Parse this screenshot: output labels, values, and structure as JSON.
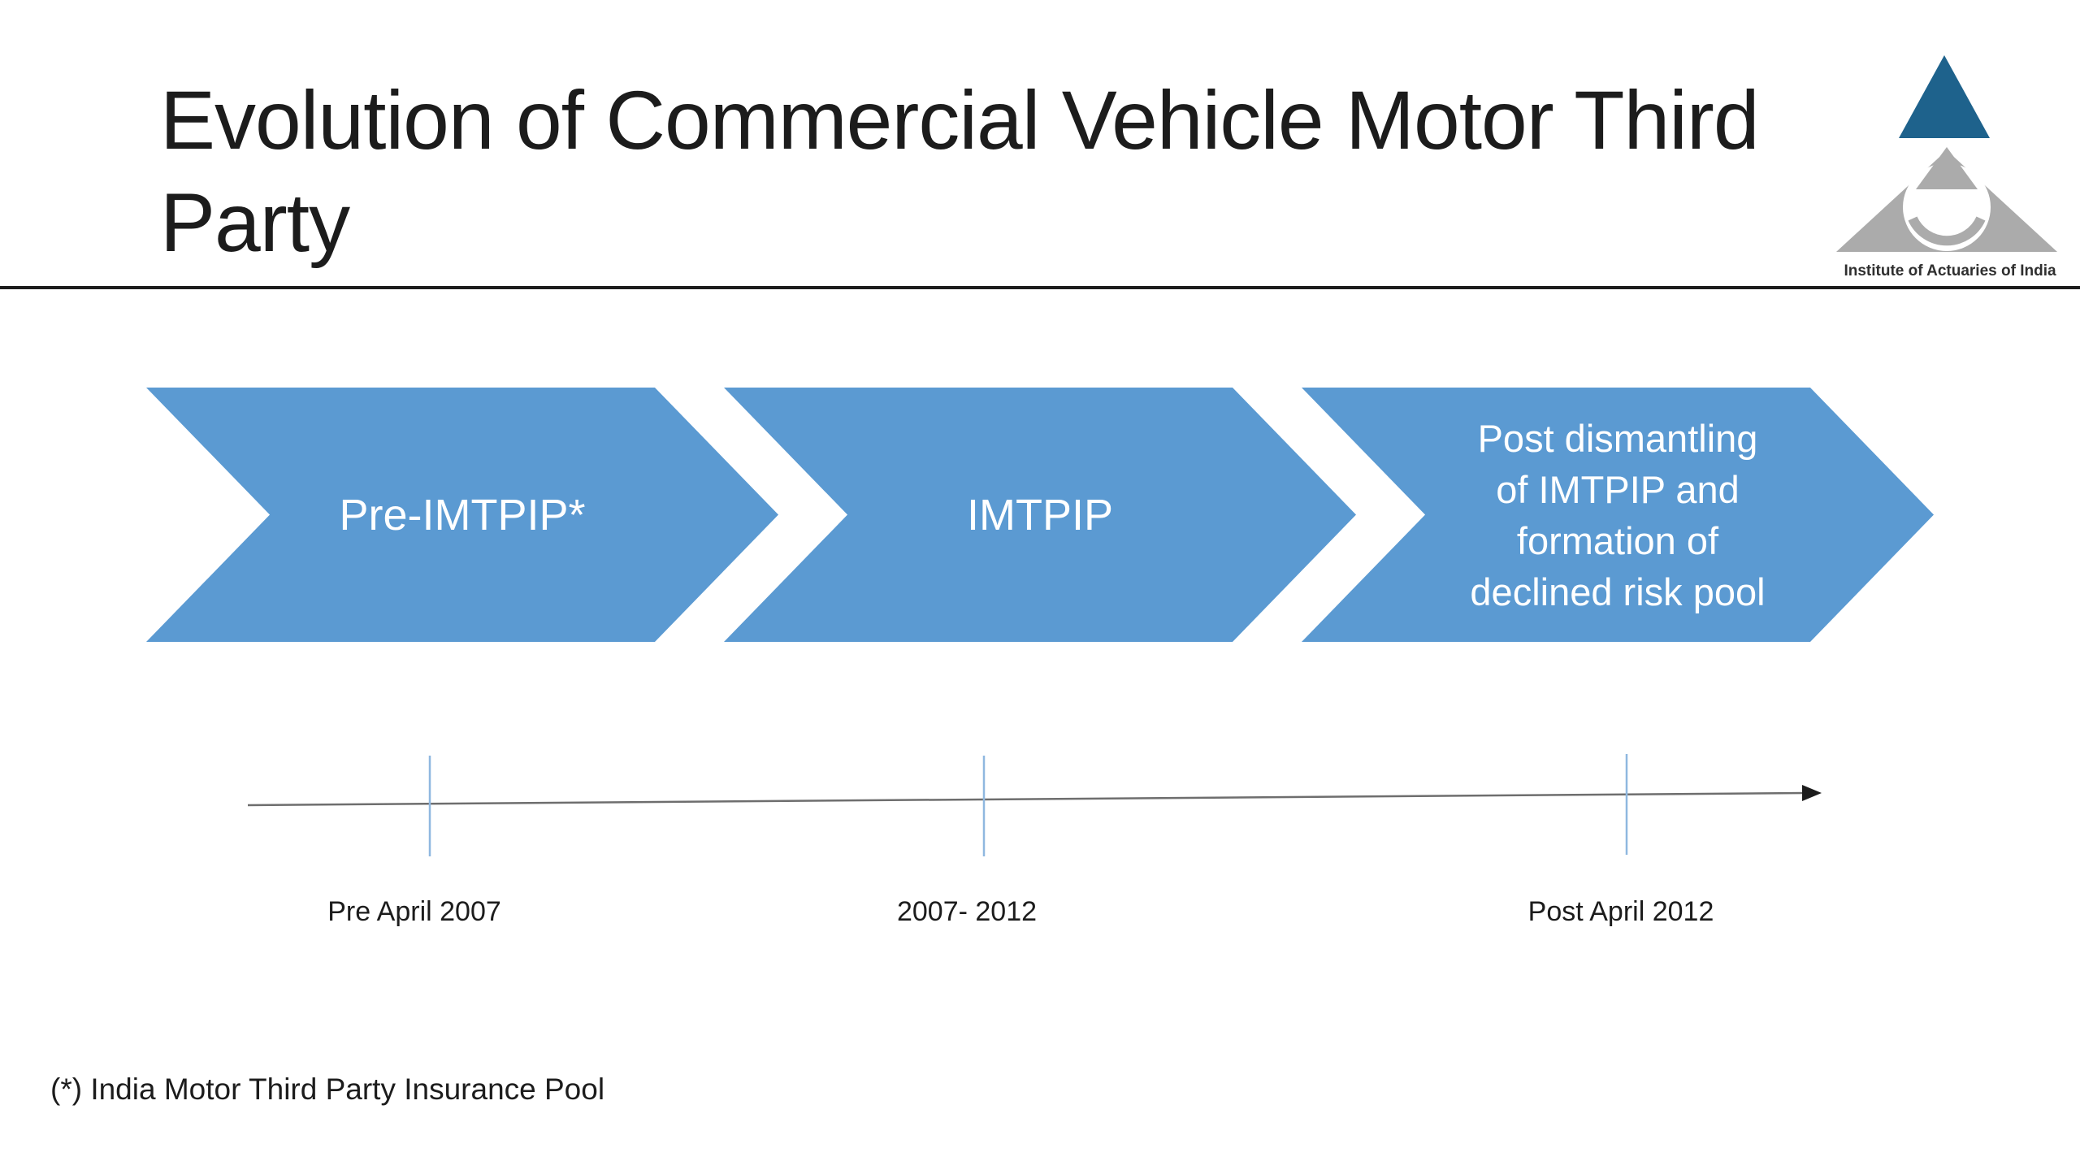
{
  "slide": {
    "title": {
      "lines": [
        "Evolution of Commercial Vehicle Motor Third",
        "Party"
      ]
    },
    "footnote": "(*) India Motor Third Party Insurance Pool",
    "background_color": "#ffffff",
    "text_color": "#1c1c1c"
  },
  "logo": {
    "caption": "Institute of Actuaries of India",
    "triangle_color": "#1E628C",
    "emblem_color": "#ABABAB"
  },
  "process": {
    "shape_color": "#5B9AD2",
    "label_color": "#ffffff",
    "steps": [
      {
        "name": "pre-imtpip",
        "lines": [
          "Pre-IMTPIP*"
        ]
      },
      {
        "name": "imtpip",
        "lines": [
          "IMTPIP"
        ]
      },
      {
        "name": "post-imtpip-declined-risk-pool",
        "lines": [
          "Post dismantling",
          "of IMTPIP and",
          "formation of",
          "declined risk pool"
        ]
      }
    ]
  },
  "timeline": {
    "line_color": "#6E6E6E",
    "arrow_color": "#1c1c1c",
    "tick_color": "#8FB8E0",
    "labels": [
      "Pre April 2007",
      "2007- 2012",
      "Post April 2012"
    ]
  }
}
